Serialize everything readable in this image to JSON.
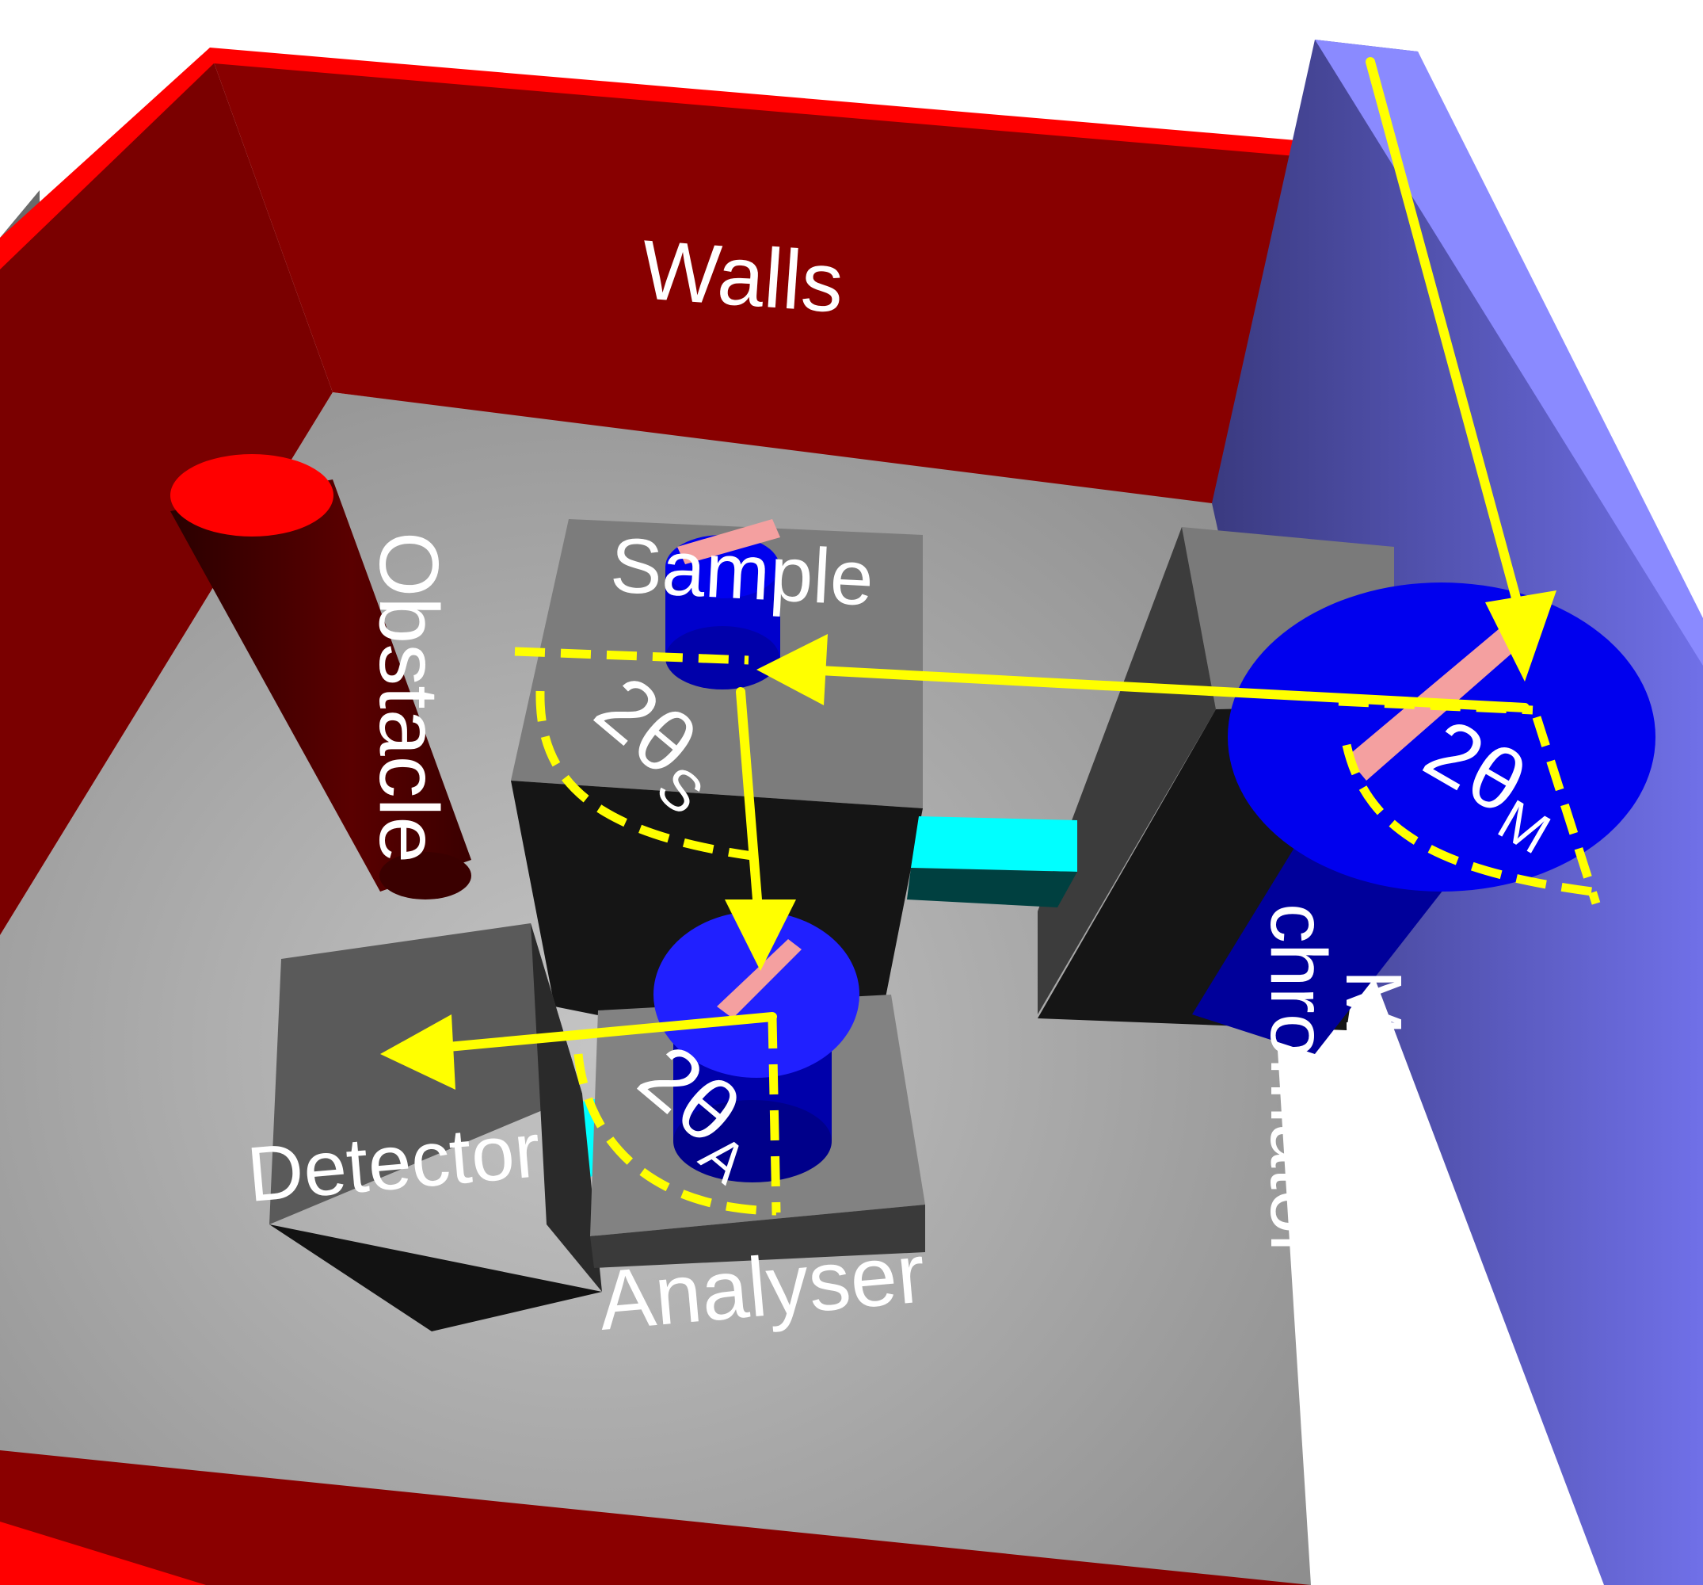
{
  "labels": {
    "walls": "Walls",
    "obstacle": "Obstacle",
    "sample": "Sample",
    "detector": "Detector",
    "analyser": "Analyser",
    "monochromator_line1": "Mono-",
    "monochromator_line2": "chromator"
  },
  "angles": {
    "sample": {
      "main": "2θ",
      "sub": "S"
    },
    "analyser": {
      "main": "2θ",
      "sub": "A"
    },
    "monochromator": {
      "main": "2θ",
      "sub": "M"
    }
  },
  "colors": {
    "wall_red": "#880000",
    "wall_bright": "#ff0000",
    "floor": "#a8a8a8",
    "mono_wall": "#6c6ce0",
    "disk_blue": "#0000ee",
    "crystal_pink": "#f4a0a0",
    "beam_yellow": "#ffff00",
    "cyan_block": "#00ffff",
    "box_dark": "#151515",
    "box_top": "#7a7a7a"
  }
}
